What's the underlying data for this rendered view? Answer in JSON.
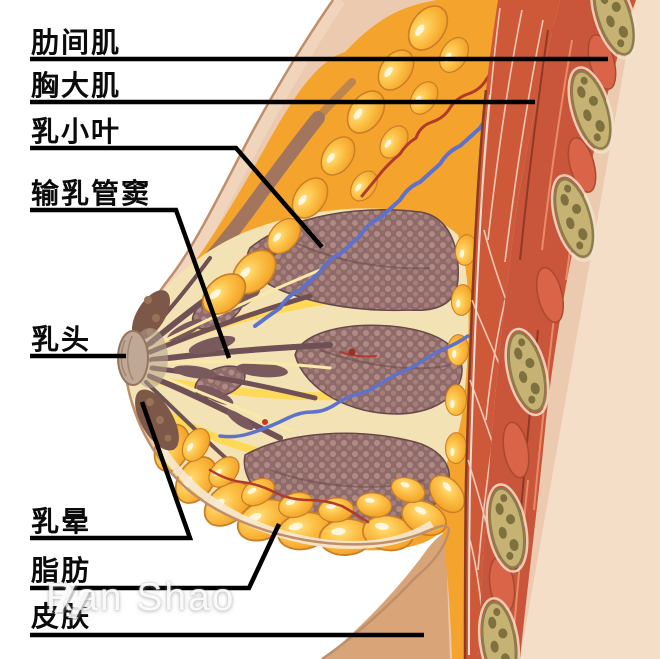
{
  "figure": {
    "type": "anatomical-diagram",
    "subject": "breast sagittal cross-section"
  },
  "labels": {
    "intercostal_muscle": "肋间肌",
    "pectoralis_major": "胸大肌",
    "breast_lobule": "乳小叶",
    "lactiferous_sinus": "输乳管窦",
    "nipple": "乳头",
    "areola": "乳晕",
    "fat": "脂肪",
    "skin": "皮肤"
  },
  "watermark": {
    "text": "Ran Shao",
    "logo_icon": "ranshao-logo"
  },
  "colors": {
    "page_background": "#ffffff",
    "body_background": "#f5dec8",
    "skin": "#eccab0",
    "skin_shadow": "#d8a478",
    "fat": "#f4a42c",
    "fat_highlight": "#ffd96a",
    "gland": "#8e6a68",
    "stroma": "#f3e3b4",
    "muscle": "#ce5939",
    "rib": "#c6b272",
    "vein": "#5e72cc",
    "artery": "#b23a2c",
    "pointer_line": "#000000",
    "label_text": "#0b0b0b"
  }
}
